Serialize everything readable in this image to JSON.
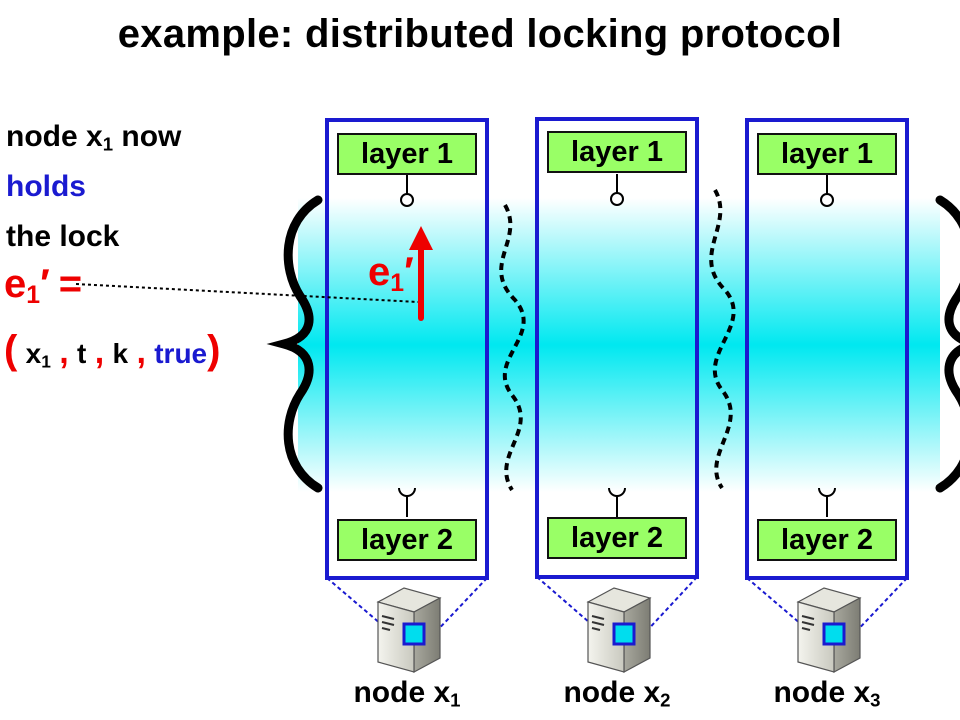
{
  "title": "example: distributed locking protocol",
  "annotation": {
    "line1": "node x",
    "line1_sub": "1",
    "line1_end": " now",
    "line2": "holds",
    "line3": "the lock",
    "event_lhs": "e",
    "event_lhs_sub": "1",
    "event_lhs_prime": "′",
    "equals": " =",
    "open_paren": "(",
    "tuple_x": "x",
    "tuple_x_sub": "1",
    "comma": ",",
    "tuple_t": "t",
    "tuple_k": "k",
    "tuple_true": "true",
    "close_paren": ")"
  },
  "arrow_label": {
    "e": "e",
    "sub": "1",
    "prime": "′"
  },
  "nodes": [
    {
      "layer_top": "layer 1",
      "layer_bottom": "layer 2",
      "label": "node x",
      "label_sub": "1"
    },
    {
      "layer_top": "layer 1",
      "layer_bottom": "layer 2",
      "label": "node x",
      "label_sub": "2"
    },
    {
      "layer_top": "layer 1",
      "layer_bottom": "layer 2",
      "label": "node x",
      "label_sub": "3"
    }
  ],
  "colors": {
    "node_border": "#1a1ad0",
    "layer_fill": "#99ff66",
    "band_center": "#00e8f0",
    "event_red": "#ee0000",
    "holds_blue": "#1a1ad0"
  },
  "icons": [
    "server-icon"
  ]
}
